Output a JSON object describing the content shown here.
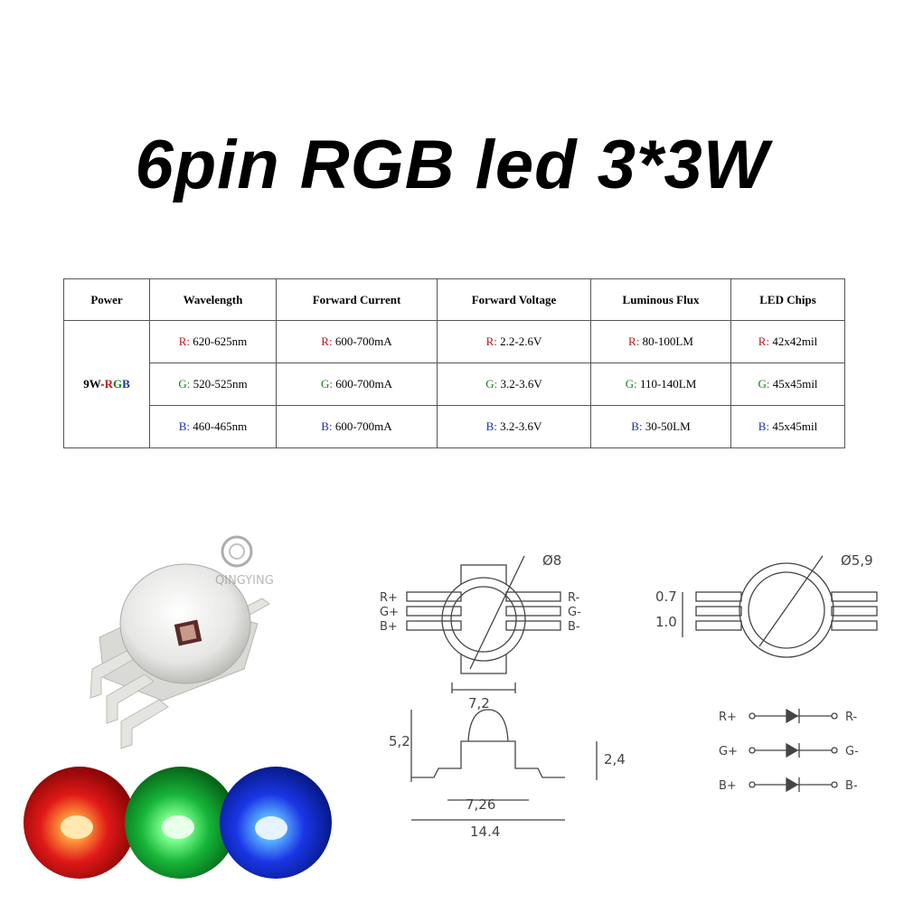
{
  "title": "6pin RGB led 3*3W",
  "table": {
    "headers": [
      "Power",
      "Wavelength",
      "Forward Current",
      "Forward Voltage",
      "Luminous Flux",
      "LED Chips"
    ],
    "power": {
      "prefix": "9W-",
      "r": "R",
      "g": "G",
      "b": "B"
    },
    "rows": [
      {
        "channel": "R:",
        "color": "#c0151b",
        "values": [
          " 620-625nm",
          " 600-700mA",
          " 2.2-2.6V",
          " 80-100LM",
          " 42x42mil"
        ]
      },
      {
        "channel": "G:",
        "color": "#1b7d22",
        "values": [
          " 520-525nm",
          " 600-700mA",
          " 3.2-3.6V",
          " 110-140LM",
          " 45x45mil"
        ]
      },
      {
        "channel": "B:",
        "color": "#1a2fb0",
        "values": [
          " 460-465nm",
          " 600-700mA",
          " 3.2-3.6V",
          " 30-50LM",
          " 45x45mil"
        ]
      }
    ]
  },
  "photo": {
    "watermark": "QINGYING"
  },
  "drawings": {
    "top_view": {
      "diameter": "Ø8",
      "width": "7,2",
      "left_pins": [
        "R+",
        "G+",
        "B+"
      ],
      "right_pins": [
        "R-",
        "G-",
        "B-"
      ]
    },
    "lens_view": {
      "diameter": "Ø5,9",
      "pitch": "0.7",
      "pin_width": "1.0"
    },
    "side_view": {
      "height": "5,2",
      "body_height": "2,4",
      "body_width": "7,26",
      "total_width": "14.4"
    },
    "schematic": {
      "left": [
        "R+",
        "G+",
        "B+"
      ],
      "right": [
        "R-",
        "G-",
        "B-"
      ]
    }
  }
}
